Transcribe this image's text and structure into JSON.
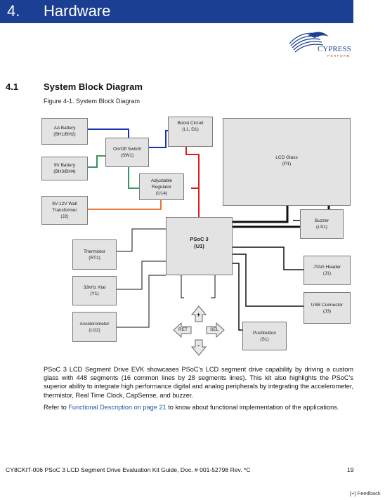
{
  "header": {
    "chapter_number": "4.",
    "chapter_title": "Hardware"
  },
  "logo": {
    "name": "CYPRESS",
    "tagline": "PERFORM"
  },
  "section": {
    "number": "4.1",
    "title": "System Block Diagram"
  },
  "figure": {
    "caption": "Figure 4-1.  System Block Diagram",
    "blocks": {
      "aa_battery": [
        "AA Battery",
        "(BH1/BH2)"
      ],
      "battery_9v": [
        "9V Battery",
        "(BH3/BH4)"
      ],
      "wall_transformer": [
        "9V-12V Wall",
        "Transformer",
        "(J2)"
      ],
      "onoff_switch": [
        "On/Off Switch",
        "(SW1)"
      ],
      "boost_circuit": [
        "Boost Circuit",
        "(L1, D1)"
      ],
      "regulator": [
        "Adjustable",
        "Regulator",
        "(U14)"
      ],
      "lcd_glass": [
        "LCD Glass",
        "(P1)"
      ],
      "buzzer": [
        "Buzzer",
        "(LS1)"
      ],
      "psoc": [
        "PSoC 3",
        "(U1)"
      ],
      "thermistor": [
        "Thermistor",
        "(RT1)"
      ],
      "xtal": [
        "32kHz Xtal",
        "(Y1)"
      ],
      "accelerometer": [
        "Accelerometer",
        "(U12)"
      ],
      "jtag": [
        "JTAG Header",
        "(J1)"
      ],
      "usb": [
        "USB Connector",
        "(J3)"
      ],
      "pushbutton": [
        "Pushbutton",
        "(S1)"
      ]
    },
    "capsense": {
      "ret": "RET",
      "sel": "SEL",
      "plus": "+",
      "minus": "-"
    }
  },
  "body": {
    "para1": "PSoC 3 LCD Segment Drive EVK showcases PSoC’s LCD segment drive capability by driving a custom glass with 448 segments (16 common lines by 28 segments lines). This kit also highlights the PSoC’s superior ability to integrate high performance digital and analog peripherals by integrating the accelerometer, thermistor, Real Time Clock, CapSense, and buzzer.",
    "para2_pre": "Refer to ",
    "para2_link": "Functional Description on page 21",
    "para2_post": " to know about functional implementation of the applications."
  },
  "footer": {
    "doc": "CY8CKIT-006 PSoC 3 LCD Segment Drive Evaluation Kit Guide, Doc. # 001-52798 Rev. *C",
    "page": "19",
    "feedback": "[+] Feedback"
  },
  "colors": {
    "header_bar": "#1b3f92",
    "link": "#2255aa",
    "wire_power_red": "#e01b1b",
    "wire_blue": "#1b2fb8",
    "wire_green": "#1f8a4a",
    "wire_orange": "#e06a1e"
  }
}
